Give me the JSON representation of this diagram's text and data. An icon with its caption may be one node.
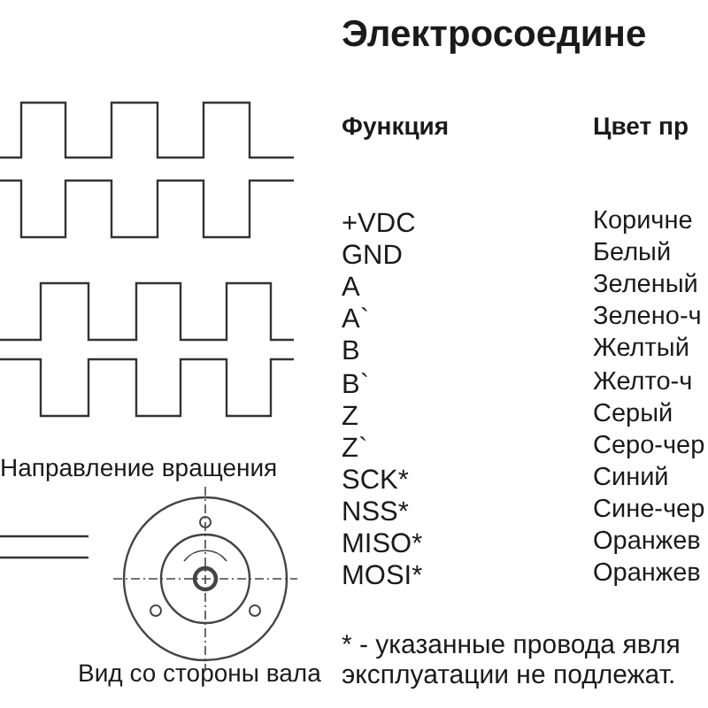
{
  "diagram": {
    "title": "Электросоедине",
    "labels": [
      "Функция",
      "Цвет пр",
      "+VDC",
      "Коричне",
      "GND",
      "Белый",
      "A",
      "Зеленый",
      "A`",
      "Зелено-ч",
      "B",
      "Желтый",
      "B`",
      "Желто-ч",
      "Z",
      "Серый",
      "Z`",
      "Серо-чер",
      "SCK*",
      "Синий",
      "NSS*",
      "Сине-чер",
      "MISO*",
      "Оранжев",
      "MOSI*",
      "Оранжев",
      "* - указанные провода явля эксплуатации не подлежат.",
      "Направление вращения",
      "Вид со стороны вала"
    ]
  }
}
